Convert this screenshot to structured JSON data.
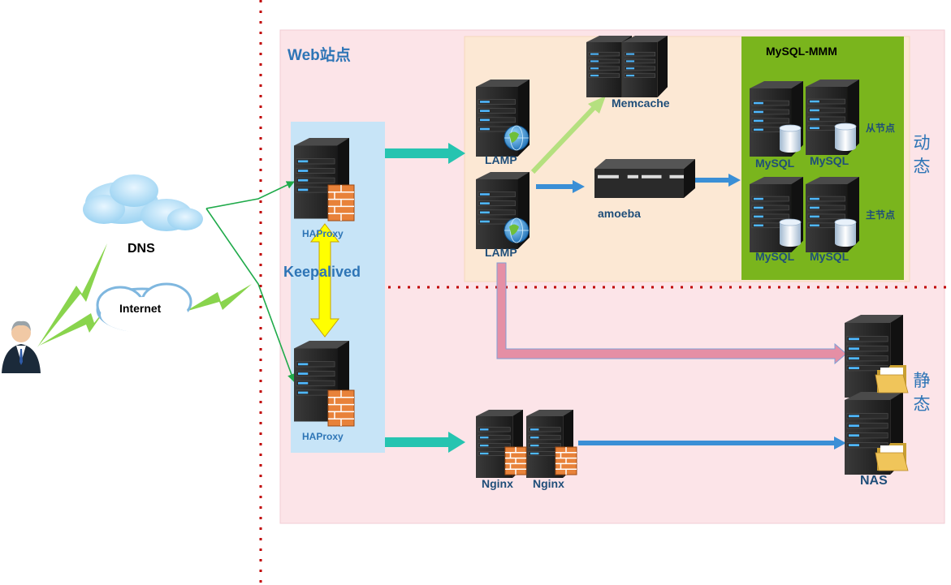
{
  "sections": {
    "web": "Web站点",
    "mysql_mmm": "MySQL-MMM",
    "dynamic": "动态",
    "static": "静态"
  },
  "nodes": {
    "dns": "DNS",
    "internet": "Internet",
    "haproxy_top": "HAProxy",
    "haproxy_bottom": "HAProxy",
    "keepalived": "Keepalived",
    "lamp_top": "LAMP",
    "lamp_bottom": "LAMP",
    "memcache": "Memcache",
    "amoeba": "amoeba",
    "mysql_1": "MySQL",
    "mysql_2": "MySQL",
    "mysql_3": "MySQL",
    "mysql_4": "MySQL",
    "slave_node": "从节点",
    "master_node": "主节点",
    "nginx_1": "Nginx",
    "nginx_2": "Nginx",
    "nas": "NAS"
  },
  "colors": {
    "web_zone": "#fce4e8",
    "haproxy_zone": "#c7e4f7",
    "dynamic_zone": "#fce8d4",
    "mysql_zone": "#7ab51d",
    "divider": "#c00000",
    "teal_arrow": "#26c4b0",
    "blue_arrow": "#3a8fd6",
    "pink_arrow": "#e58fa5",
    "green_line": "#1faa4a",
    "keepalived_arrow": "#ffff00"
  },
  "icons": [
    "server-icon",
    "firewall-icon",
    "globe-icon",
    "database-icon",
    "folder-icon",
    "cloud-icon",
    "user-icon",
    "lightning-icon"
  ]
}
